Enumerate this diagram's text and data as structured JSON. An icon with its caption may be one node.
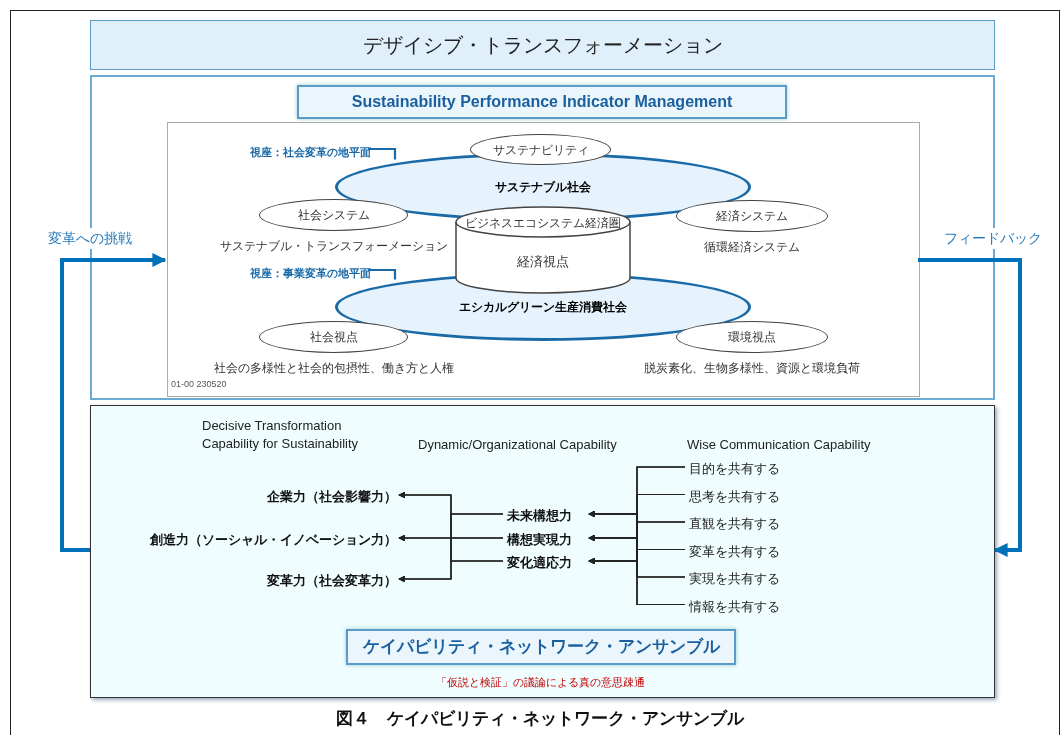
{
  "diagram": {
    "caption": "図４　ケイパビリティ・ネットワーク・アンサンブル",
    "nodes": [
      {
        "text": [
          "デザイシブ・トランスフォーメーション"
        ]
      },
      {
        "text": [],
        "shape": "box"
      },
      {
        "text": [
          "Sustainability Performance Indicator Management"
        ],
        "in": 1
      },
      {
        "text": [],
        "shape": "box",
        "in": 1
      },
      {
        "text": [
          "サステナブル社会"
        ],
        "in": 3
      },
      {
        "text": [
          "エシカルグリーン生産消費社会"
        ],
        "in": 3
      },
      {
        "text": [
          "サステナビリティ"
        ],
        "in": 3
      },
      {
        "text": [
          "社会システム"
        ],
        "in": 3,
        "beside": [
          "サステナブル・トランスフォーメーション"
        ]
      },
      {
        "text": [
          "経済システム"
        ],
        "in": 3,
        "beside": [
          "循環経済システム"
        ]
      },
      {
        "text": [
          "ビジネスエコシステム経済圏",
          "経済視点"
        ],
        "in": 3
      },
      {
        "text": [
          "社会視点"
        ],
        "in": 3,
        "beside": [
          "社会の多様性と社会的包摂性、働き方と人権"
        ]
      },
      {
        "text": [
          "環境視点"
        ],
        "in": 3,
        "beside": [
          "脱炭素化、生物多様性、資源と環境負荷"
        ]
      },
      {
        "text": [
          "視座：社会変革の地平面"
        ],
        "in": 3
      },
      {
        "text": [
          "視座：事業変革の地平面"
        ],
        "in": 3
      },
      {
        "text": [],
        "shape": "box"
      },
      {
        "text": [
          "企業力（社会影響力）"
        ],
        "in": 14
      },
      {
        "text": [
          "創造力（ソーシャル・イノベーション力）"
        ],
        "in": 14
      },
      {
        "text": [
          "変革力（社会変革力）"
        ],
        "in": 14
      },
      {
        "text": [
          "未来構想力"
        ],
        "in": 14
      },
      {
        "text": [
          "構想実現力"
        ],
        "in": 14
      },
      {
        "text": [
          "変化適応力"
        ],
        "in": 14
      },
      {
        "text": [
          "目的を共有する"
        ],
        "in": 14
      },
      {
        "text": [
          "思考を共有する"
        ],
        "in": 14
      },
      {
        "text": [
          "直観を共有する"
        ],
        "in": 14
      },
      {
        "text": [
          "変革を共有する"
        ],
        "in": 14
      },
      {
        "text": [
          "実現を共有する"
        ],
        "in": 14
      },
      {
        "text": [
          "情報を共有する"
        ],
        "in": 14
      },
      {
        "text": [
          "ケイパビリティ・ネットワーク・アンサンブル"
        ],
        "in": 14
      }
    ],
    "edges": [
      {
        "from": 12,
        "to": 4,
        "arrow": "none",
        "color": "#1a6aa8"
      },
      {
        "from": 13,
        "to": 5,
        "arrow": "none",
        "color": "#1a6aa8"
      },
      {
        "from": 14,
        "to": 3,
        "arrow": "to",
        "label": "変革への挑戦",
        "style": "thick",
        "color": "#0070b8"
      },
      {
        "from": 3,
        "to": 14,
        "arrow": "to",
        "label": "フィードバック",
        "style": "thick",
        "color": "#0070b8"
      },
      {
        "from": 18,
        "to": 15,
        "arrow": "to"
      },
      {
        "from": 18,
        "to": 16,
        "arrow": "to"
      },
      {
        "from": 18,
        "to": 17,
        "arrow": "to"
      },
      {
        "from": 19,
        "to": 15,
        "arrow": "to"
      },
      {
        "from": 19,
        "to": 16,
        "arrow": "to"
      },
      {
        "from": 19,
        "to": 17,
        "arrow": "to"
      },
      {
        "from": 20,
        "to": 15,
        "arrow": "to"
      },
      {
        "from": 20,
        "to": 16,
        "arrow": "to"
      },
      {
        "from": 20,
        "to": 17,
        "arrow": "to"
      },
      {
        "from": 21,
        "to": 18,
        "arrow": "to"
      },
      {
        "from": 21,
        "to": 19,
        "arrow": "to"
      },
      {
        "from": 21,
        "to": 20,
        "arrow": "to"
      },
      {
        "from": 22,
        "to": 18,
        "arrow": "to"
      },
      {
        "from": 22,
        "to": 19,
        "arrow": "to"
      },
      {
        "from": 22,
        "to": 20,
        "arrow": "to"
      },
      {
        "from": 23,
        "to": 18,
        "arrow": "to"
      },
      {
        "from": 23,
        "to": 19,
        "arrow": "to"
      },
      {
        "from": 23,
        "to": 20,
        "arrow": "to"
      },
      {
        "from": 24,
        "to": 18,
        "arrow": "to"
      },
      {
        "from": 24,
        "to": 19,
        "arrow": "to"
      },
      {
        "from": 24,
        "to": 20,
        "arrow": "to"
      },
      {
        "from": 25,
        "to": 18,
        "arrow": "to"
      },
      {
        "from": 25,
        "to": 19,
        "arrow": "to"
      },
      {
        "from": 25,
        "to": 20,
        "arrow": "to"
      },
      {
        "from": 26,
        "to": 18,
        "arrow": "to"
      },
      {
        "from": 26,
        "to": 19,
        "arrow": "to"
      },
      {
        "from": 26,
        "to": 20,
        "arrow": "to"
      }
    ],
    "labels": [
      "01-00 230520",
      "Decisive Transformation Capability for Sustainability",
      "Dynamic/Organizational Capability",
      "Wise Communication Capability",
      "「仮説と検証」の議論による真の意思疎通"
    ]
  }
}
